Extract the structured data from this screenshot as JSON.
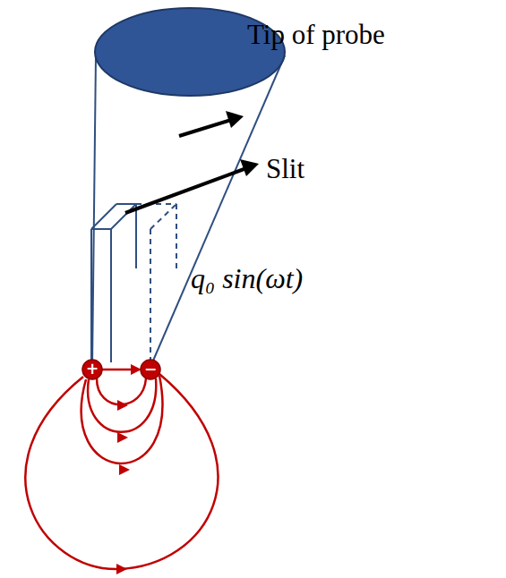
{
  "diagram": {
    "labels": [
      "Tip of probe",
      "Slit",
      "q₀ sin(ωt)",
      "+",
      "−"
    ]
  }
}
